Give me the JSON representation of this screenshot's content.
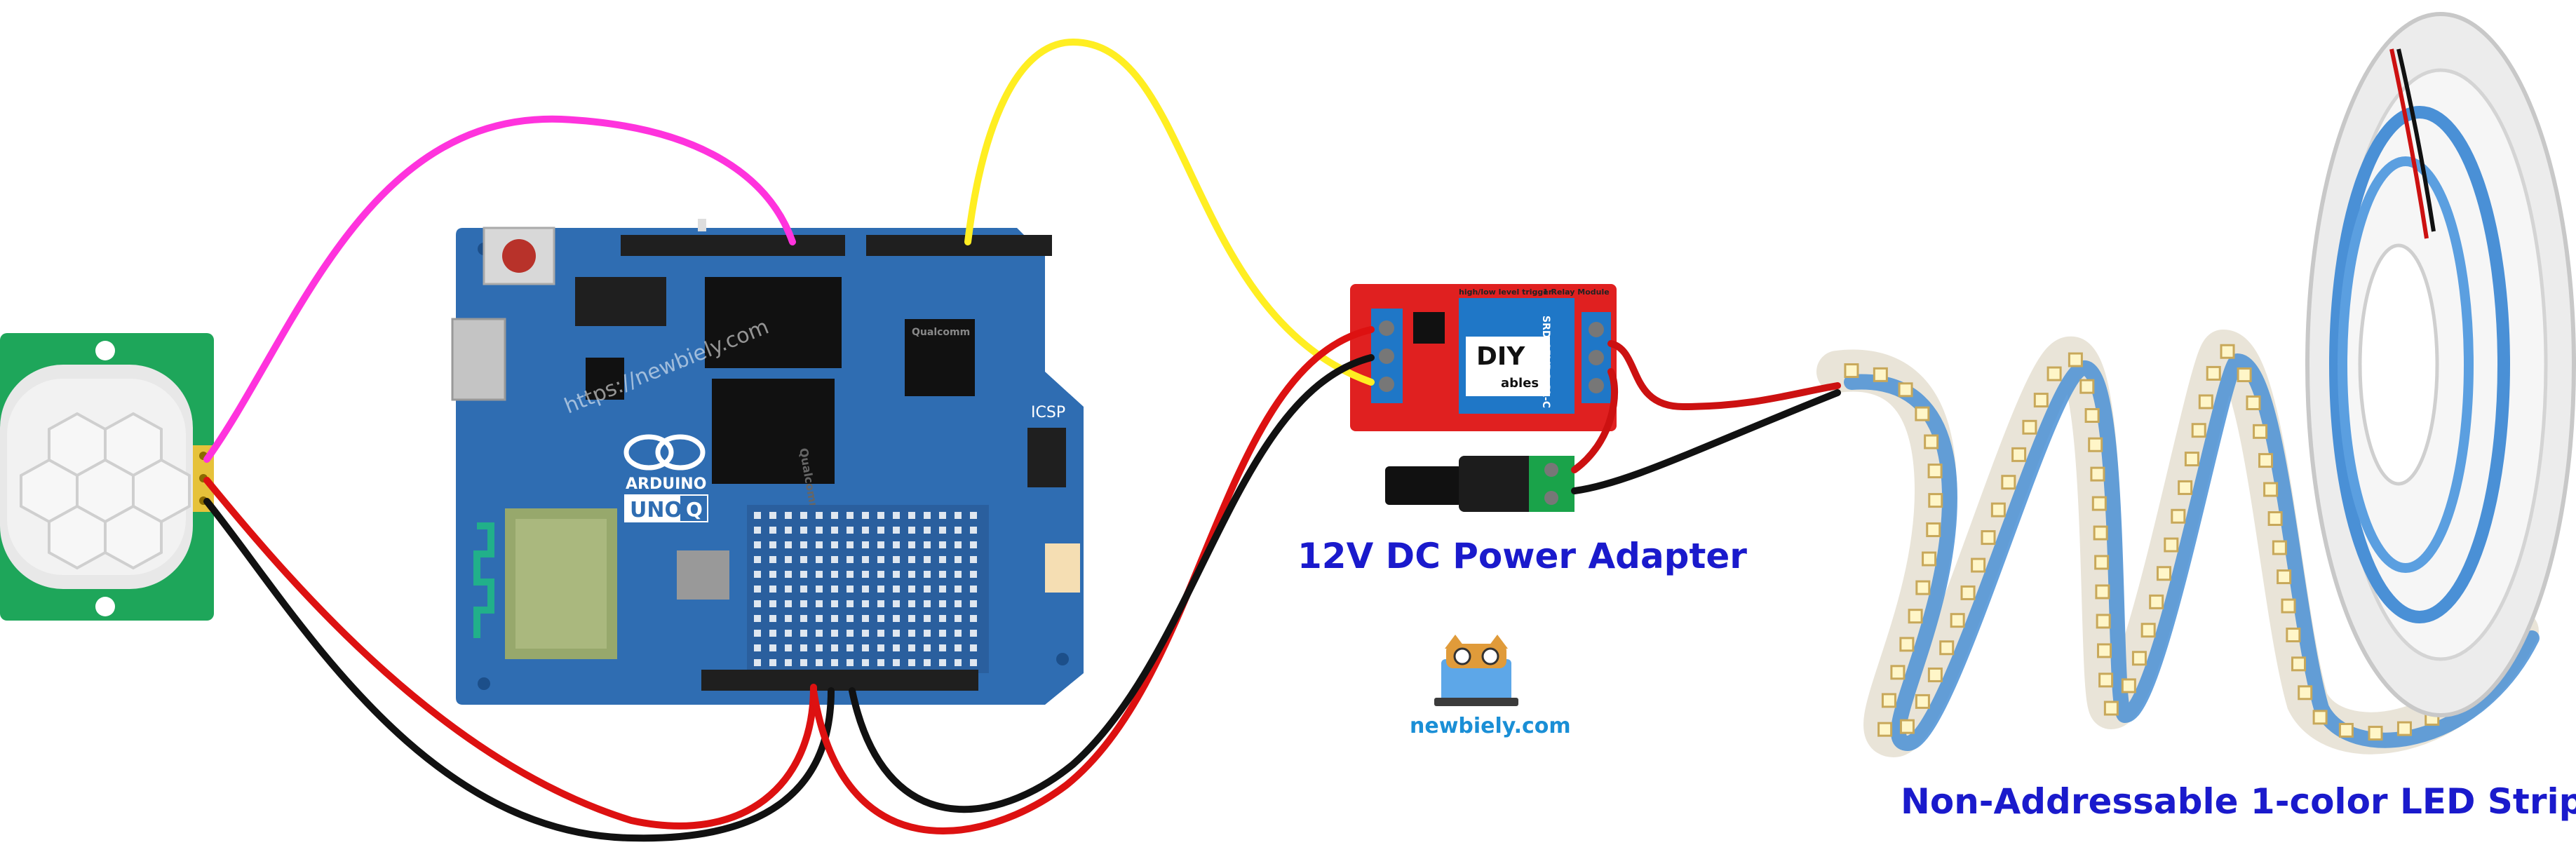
{
  "labels": {
    "power_adapter": "12V DC Power Adapter",
    "led_strip": "Non-Addressable 1-color LED Strip",
    "site_brand": "newbiely.com",
    "watermark": "https://newbiely.com"
  },
  "board": {
    "brand": "ARDUINO",
    "model_left": "UNO",
    "model_right": "Q",
    "icsp_label": "ICSP",
    "chip_label": "Qualcomm",
    "chip_label_small": "Qualcomm"
  },
  "relay": {
    "logo_text": "DIY",
    "logo_subtext": "ables",
    "relay_text": "SRD-05VDC-SL-C",
    "module_text": "1 Relay Module",
    "trigger_text": "high/low level trigger"
  },
  "colors": {
    "accent_label": "#1a1acc",
    "board_blue": "#2f6db2",
    "wire_magenta": "#ff33dd",
    "wire_yellow": "#ffee22",
    "wire_red": "#dd1111",
    "wire_black": "#111111",
    "relay_red": "#e02020",
    "pir_green": "#1ea65a",
    "strip_blue": "#4a90d6"
  }
}
